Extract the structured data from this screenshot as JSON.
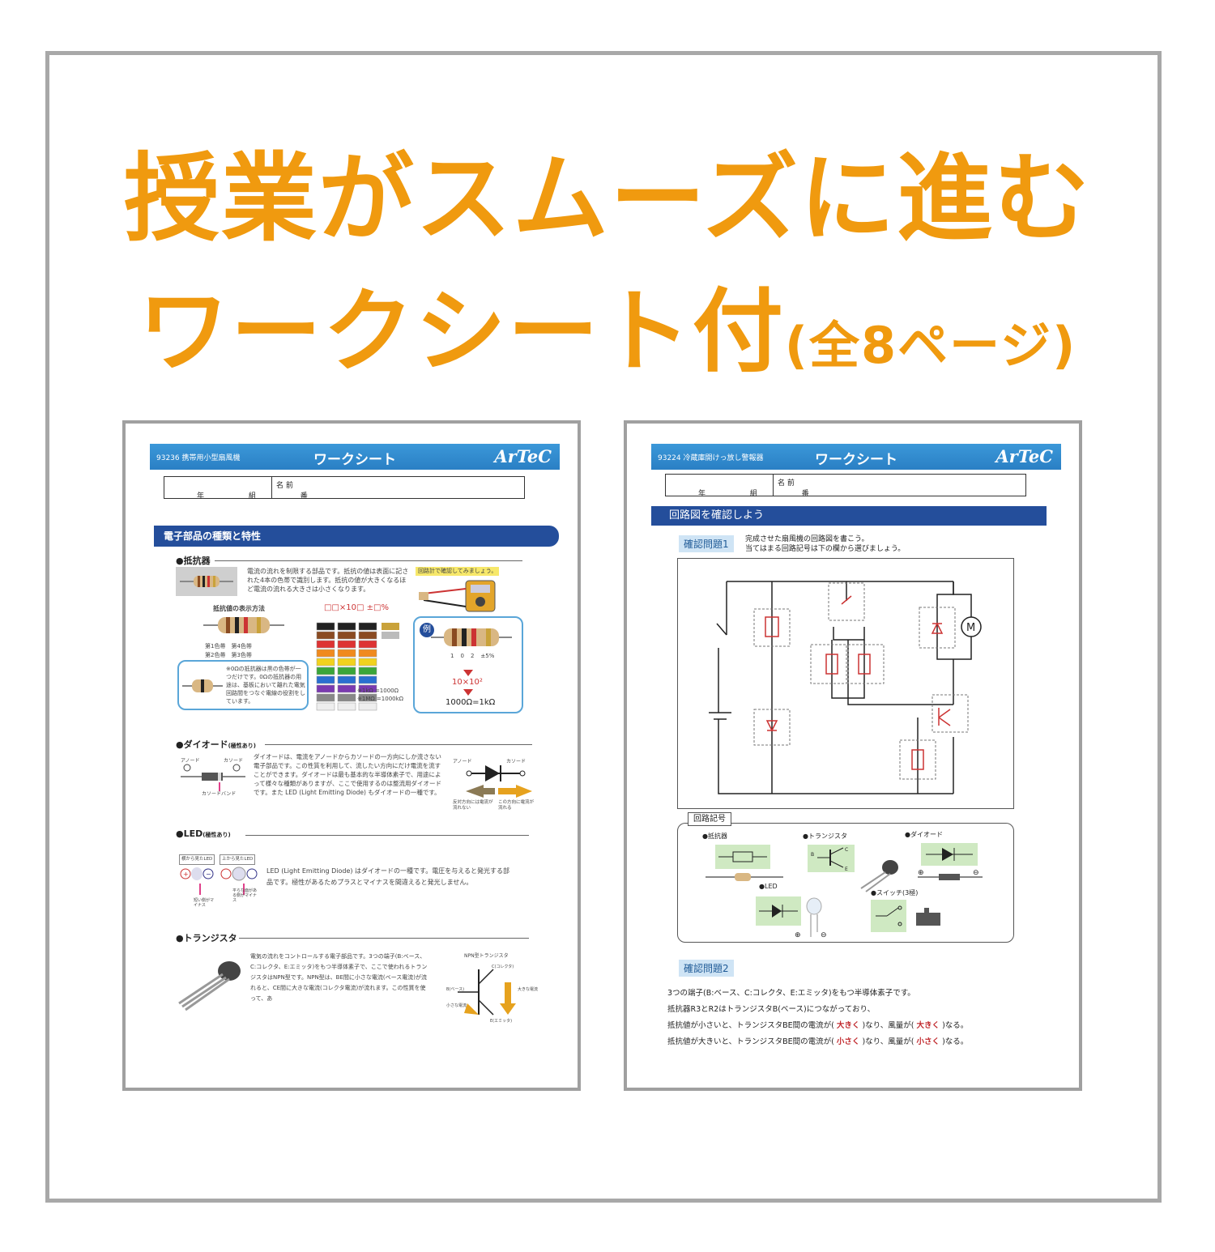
{
  "headline": {
    "line1": "授業がスムーズに進む",
    "line2_main": "ワークシート付",
    "line2_note": "(全8ページ)"
  },
  "colors": {
    "headline": "#f09a0f",
    "frame": "#a8a8a8",
    "bar_blue": "#2a7fc4",
    "section_navy": "#244e9b"
  },
  "left_sheet": {
    "code": "93236 携帯用小型扇風機",
    "title": "ワークシート",
    "logo": "ArTeC",
    "name_label": "名 前",
    "class_label": "年 組 番",
    "section": "電子部品の種類と特性",
    "resistor": {
      "heading": "●抵抗器",
      "desc": "電流の流れを制限する部品です。抵抗の値は表面に記された4本の色帯で識別します。抵抗の値が大きくなるほど電流の流れる大きさは小さくなります。",
      "display_title": "抵抗値の表示方法",
      "band_labels": [
        "第1色帯",
        "第2色帯",
        "第3色帯",
        "第4色帯"
      ],
      "formula": "□□×10□ ±□%",
      "note": "※0Ωの抵抗器は黒の色帯が一つだけです。0Ωの抵抗器の用途は、基板において離れた電気回路間をつなぐ電線の役割をしています。",
      "units": [
        "※1kΩ =1000Ω",
        "※1MΩ =1000kΩ"
      ],
      "meter_label": "回路計で確認してみましょう。",
      "example_tag": "例",
      "example_digits": [
        "1",
        "0",
        "2",
        "±5%"
      ],
      "example_formula": "10×10²",
      "example_result": "1000Ω=1kΩ"
    },
    "diode": {
      "heading": "●ダイオード",
      "heading_note": "(極性あり)",
      "labels": [
        "アノード",
        "カソード",
        "カソードバンド"
      ],
      "desc": "ダイオードは、電流をアノードからカソードの一方向にしか流さない電子部品です。この性質を利用して、流したい方向にだけ電流を流すことができます。ダイオードは最も基本的な半導体素子で、用途によって様々な種類がありますが、ここで使用するのは整流用ダイオードです。また LED (Light Emitting Diode) もダイオードの一種です。",
      "symbol_labels": [
        "アノード",
        "カソード"
      ],
      "arrow_labels": [
        "反対方向には電流が流れない",
        "この方向に電流が流れる"
      ]
    },
    "led": {
      "heading": "●LED",
      "heading_note": "(極性あり)",
      "tags": [
        "横から見たLED",
        "上から見たLED"
      ],
      "minus_labels": [
        "短い側がマイナス",
        "平らな面がある側がマイナス"
      ],
      "desc": "LED (Light Emitting Diode) はダイオードの一種です。電圧を与えると発光する部品です。極性があるためプラスとマイナスを間違えると発光しません。"
    },
    "transistor": {
      "heading": "●トランジスタ",
      "desc": "電気の流れをコントロールする電子部品です。3つの端子(B:ベース、C:コレクタ、E:エミッタ)をもつ半導体素子で、ここで使われるトランジスタはNPN型です。NPN型は、BE間に小さな電流(ベース電流)が流れると、CE間に大きな電流(コレクタ電流)が流れます。この性質を使って、あ",
      "diagram_title": "NPN型トランジスタ",
      "diagram_labels": [
        "C(コレクタ)",
        "B(ベース)",
        "E(エミッタ)",
        "小さな電流",
        "大きな電流"
      ]
    }
  },
  "right_sheet": {
    "code": "93224 冷蔵庫開けっ放し警報器",
    "title": "ワークシート",
    "logo": "ArTeC",
    "name_label": "名 前",
    "class_label": "年 組 番",
    "section": "回路図を確認しよう",
    "q1": {
      "tag": "確認問題1",
      "text1": "完成させた扇風機の回路図を書こう。",
      "text2": "当てはまる回路記号は下の欄から選びましょう。",
      "motor": "M"
    },
    "symbols": {
      "tag": "回路記号",
      "items": [
        "●抵抗器",
        "●トランジスタ",
        "●ダイオード",
        "●LED",
        "●スイッチ(3極)"
      ],
      "terminals": [
        "B",
        "C",
        "E"
      ]
    },
    "q2": {
      "tag": "確認問題2",
      "line1": "3つの端子(B:ベース、C:コレクタ、E:エミッタ)をもつ半導体素子です。",
      "line2": "抵抗器R3とR2はトランジスタB(ベース)につながっており、",
      "line3_a": "抵抗値が小さいと、トランジスタBE間の電流が(",
      "line3_ans1": "大きく",
      "line3_b": ")なり、風量が(",
      "line3_ans2": "大きく",
      "line3_c": ")なる。",
      "line4_a": "抵抗値が大きいと、トランジスタBE間の電流が(",
      "line4_ans1": "小さく",
      "line4_b": ")なり、風量が(",
      "line4_ans2": "小さく",
      "line4_c": ")なる。"
    }
  }
}
